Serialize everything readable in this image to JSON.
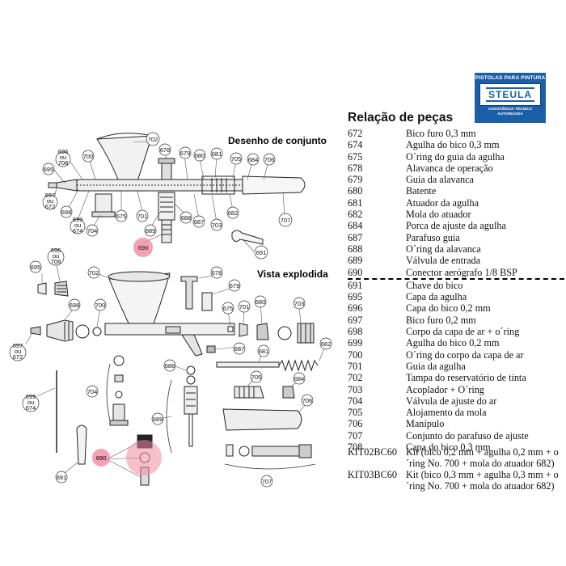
{
  "logo": {
    "top_text": "PISTOLAS PARA PINTURA",
    "brand": "STEULA",
    "bottom_text_1": "ASSISTÊNCIA TÉCNICA",
    "bottom_text_2": "AUTORIZADA",
    "color": "#1b5fa8"
  },
  "headings": {
    "assembly": "Desenho de conjunto",
    "exploded": "Vista explodida",
    "parts_list": "Relação de peças"
  },
  "highlight_color": "#f08aa0",
  "parts": [
    {
      "code": "672",
      "desc": "Bico furo 0,3 mm"
    },
    {
      "code": "674",
      "desc": "Agulha do bico 0,3 mm"
    },
    {
      "code": "675",
      "desc": "O´ring do guia da agulha"
    },
    {
      "code": "678",
      "desc": "Alavanca de operação"
    },
    {
      "code": "679",
      "desc": "Guia da alavanca"
    },
    {
      "code": "680",
      "desc": "Batente"
    },
    {
      "code": "681",
      "desc": "Atuador da agulha"
    },
    {
      "code": "682",
      "desc": "Mola do atuador"
    },
    {
      "code": "684",
      "desc": "Porca de ajuste da agulha"
    },
    {
      "code": "687",
      "desc": "Parafuso guia"
    },
    {
      "code": "688",
      "desc": "O´ring da alavanca"
    },
    {
      "code": "689",
      "desc": "Válvula de entrada"
    },
    {
      "code": "690",
      "desc": "Conector aerógrafo 1/8 BSP"
    },
    {
      "code": "691",
      "desc": "Chave do bico"
    },
    {
      "code": "695",
      "desc": "Capa da agulha"
    },
    {
      "code": "696",
      "desc": "Capa do bico 0,2 mm"
    },
    {
      "code": "697",
      "desc": "Bico furo 0,2 mm"
    },
    {
      "code": "698",
      "desc": "Corpo da capa de ar + o´ring"
    },
    {
      "code": "699",
      "desc": "Agulha do bico 0,2 mm"
    },
    {
      "code": "700",
      "desc": "O´ring do corpo da capa de ar"
    },
    {
      "code": "701",
      "desc": "Guia da agulha"
    },
    {
      "code": "702",
      "desc": "Tampa do reservatório de tinta"
    },
    {
      "code": "703",
      "desc": "Acoplador + O´ring"
    },
    {
      "code": "704",
      "desc": "Válvula de ajuste do ar"
    },
    {
      "code": "705",
      "desc": "Alojamento da mola"
    },
    {
      "code": "706",
      "desc": "Manípulo"
    },
    {
      "code": "707",
      "desc": "Conjunto do parafuso de ajuste"
    },
    {
      "code": "708",
      "desc": "Capa do bico 0,3 mm"
    }
  ],
  "kits": [
    {
      "code": "KIT02BC60",
      "desc": "Kit (bico 0,2 mm + agulha 0,2 mm + o´ring No. 700 + mola do atuador 682)"
    },
    {
      "code": "KIT03BC60",
      "desc": "Kit (bico 0,3 mm + agulha 0,3 mm + o´ring No. 700 + mola do atuador 682)"
    }
  ],
  "assembly_callouts": [
    {
      "id": "696",
      "text": "696"
    },
    {
      "id": "ou1",
      "text": "ou"
    },
    {
      "id": "708",
      "text": "708"
    },
    {
      "id": "695",
      "text": "695"
    },
    {
      "id": "700",
      "text": "700"
    },
    {
      "id": "697",
      "text": "697"
    },
    {
      "id": "ou2",
      "text": "ou"
    },
    {
      "id": "672",
      "text": "672"
    },
    {
      "id": "698",
      "text": "698"
    },
    {
      "id": "699",
      "text": "699"
    },
    {
      "id": "ou3",
      "text": "ou"
    },
    {
      "id": "674",
      "text": "674"
    },
    {
      "id": "704",
      "text": "704"
    },
    {
      "id": "675",
      "text": "675"
    },
    {
      "id": "701",
      "text": "701"
    },
    {
      "id": "702",
      "text": "702"
    },
    {
      "id": "678",
      "text": "678"
    },
    {
      "id": "679",
      "text": "679"
    },
    {
      "id": "680",
      "text": "680"
    },
    {
      "id": "681",
      "text": "681"
    },
    {
      "id": "705",
      "text": "705"
    },
    {
      "id": "684",
      "text": "684"
    },
    {
      "id": "706",
      "text": "706"
    },
    {
      "id": "707",
      "text": "707"
    },
    {
      "id": "682",
      "text": "682"
    },
    {
      "id": "703",
      "text": "703"
    },
    {
      "id": "687",
      "text": "687"
    },
    {
      "id": "688",
      "text": "688"
    },
    {
      "id": "689",
      "text": "689"
    },
    {
      "id": "690",
      "text": "690"
    },
    {
      "id": "691",
      "text": "691"
    }
  ],
  "exploded_callouts": [
    {
      "id": "696",
      "text": "696"
    },
    {
      "id": "ou1",
      "text": "ou"
    },
    {
      "id": "708",
      "text": "708"
    },
    {
      "id": "695",
      "text": "695"
    },
    {
      "id": "702",
      "text": "702"
    },
    {
      "id": "678",
      "text": "678"
    },
    {
      "id": "679",
      "text": "679"
    },
    {
      "id": "698",
      "text": "698"
    },
    {
      "id": "700",
      "text": "700"
    },
    {
      "id": "675",
      "text": "675"
    },
    {
      "id": "701",
      "text": "701"
    },
    {
      "id": "680",
      "text": "680"
    },
    {
      "id": "703",
      "text": "703"
    },
    {
      "id": "697",
      "text": "697"
    },
    {
      "id": "ou2",
      "text": "ou"
    },
    {
      "id": "672",
      "text": "672"
    },
    {
      "id": "687",
      "text": "687"
    },
    {
      "id": "681",
      "text": "681"
    },
    {
      "id": "682",
      "text": "682"
    },
    {
      "id": "688",
      "text": "688"
    },
    {
      "id": "705",
      "text": "705"
    },
    {
      "id": "684",
      "text": "684"
    },
    {
      "id": "704",
      "text": "704"
    },
    {
      "id": "699",
      "text": "699"
    },
    {
      "id": "ou3",
      "text": "ou"
    },
    {
      "id": "674",
      "text": "674"
    },
    {
      "id": "706",
      "text": "706"
    },
    {
      "id": "689",
      "text": "689"
    },
    {
      "id": "690",
      "text": "690"
    },
    {
      "id": "691",
      "text": "691"
    },
    {
      "id": "707",
      "text": "707"
    }
  ]
}
